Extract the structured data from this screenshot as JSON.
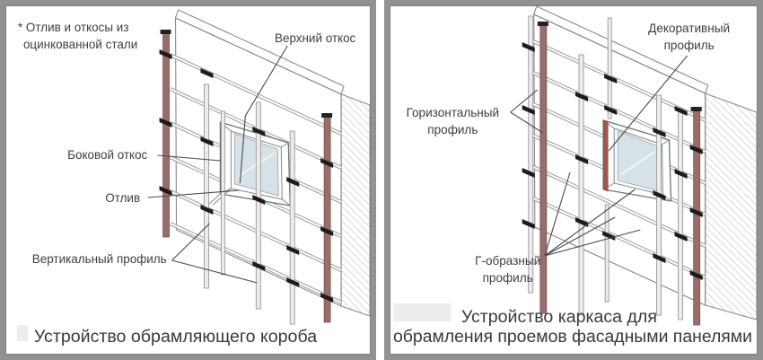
{
  "left_panel": {
    "note_line1": "* Отлив и откосы из",
    "note_line2": "оцинкованной стали",
    "label_top_slope": "Верхний откос",
    "label_side_slope": "Боковой откос",
    "label_drip": "Отлив",
    "label_vertical_profile": "Вертикальный профиль",
    "caption": "Устройство обрамляющего короба"
  },
  "right_panel": {
    "label_decorative_profile_line1": "Декоративный",
    "label_decorative_profile_line2": "профиль",
    "label_horizontal_profile_line1": "Горизонтальный",
    "label_horizontal_profile_line2": "профиль",
    "label_l_profile_line1": "Г-образный",
    "label_l_profile_line2": "профиль",
    "caption_line1": "Устройство каркаса для",
    "caption_line2": "обрамления проемов фасадными панелями"
  },
  "colors": {
    "panel_border": "#919191",
    "label_text": "#3f3f3f",
    "red_profile": "#996d6a",
    "glass": "#d7e2e8",
    "bracket": "#1c1c1c"
  }
}
